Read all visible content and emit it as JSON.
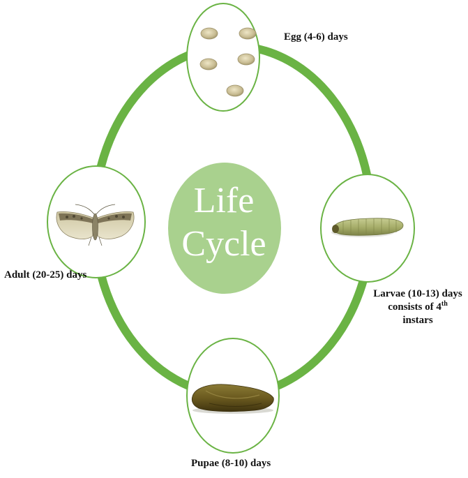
{
  "center": {
    "line1": "Life",
    "line2": "Cycle"
  },
  "stages": {
    "egg": "Egg (4-6) days",
    "larvae": {
      "line1": "Larvae (10-13) days",
      "line2": "consists of 4",
      "line2_sup": "th",
      "line3": "instars"
    },
    "pupae": "Pupae (8-10) days",
    "adult": "Adult (20-25) days"
  },
  "colors": {
    "ring": "#6ab344",
    "circle_border": "#6ab344",
    "center_fill": "#a9d18e",
    "egg": "#cbc09a",
    "larva": "#a7ad6c",
    "pupa": "#6b5c22",
    "moth": "#d8d2b2"
  },
  "icons": {
    "egg": "egg-icon",
    "larva": "larva-icon",
    "pupa": "pupa-icon",
    "moth": "moth-icon"
  }
}
